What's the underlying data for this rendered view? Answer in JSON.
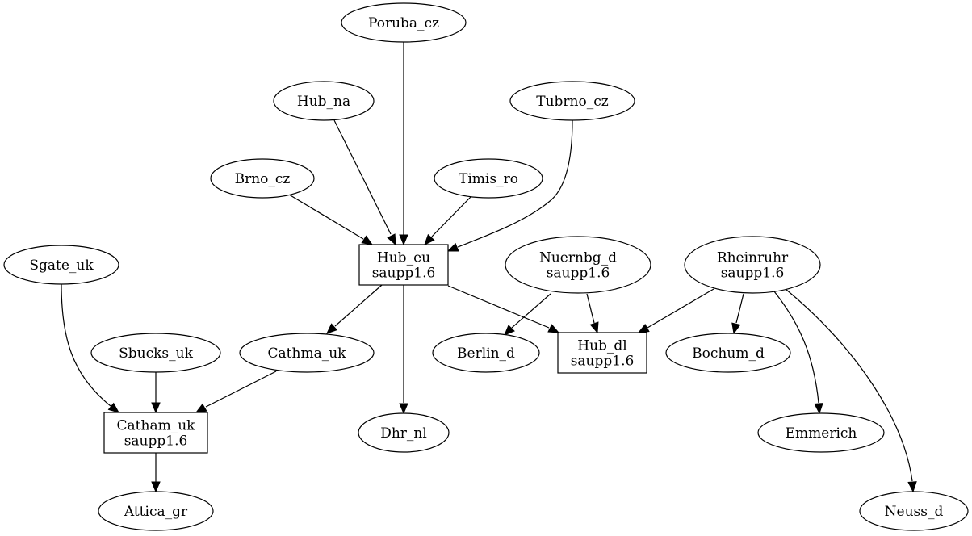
{
  "diagram": {
    "type": "directed-graph",
    "nodes": [
      {
        "id": "poruba_cz",
        "lines": [
          "Poruba_cz"
        ],
        "shape": "ellipse"
      },
      {
        "id": "hub_na",
        "lines": [
          "Hub_na"
        ],
        "shape": "ellipse"
      },
      {
        "id": "tubrno_cz",
        "lines": [
          "Tubrno_cz"
        ],
        "shape": "ellipse"
      },
      {
        "id": "brno_cz",
        "lines": [
          "Brno_cz"
        ],
        "shape": "ellipse"
      },
      {
        "id": "timis_ro",
        "lines": [
          "Timis_ro"
        ],
        "shape": "ellipse"
      },
      {
        "id": "sgate_uk",
        "lines": [
          "Sgate_uk"
        ],
        "shape": "ellipse"
      },
      {
        "id": "hub_eu",
        "lines": [
          "Hub_eu",
          "saupp1.6"
        ],
        "shape": "box"
      },
      {
        "id": "nuernbg_d",
        "lines": [
          "Nuernbg_d",
          "saupp1.6"
        ],
        "shape": "ellipse"
      },
      {
        "id": "rheinruhr",
        "lines": [
          "Rheinruhr",
          "saupp1.6"
        ],
        "shape": "ellipse"
      },
      {
        "id": "sbucks_uk",
        "lines": [
          "Sbucks_uk"
        ],
        "shape": "ellipse"
      },
      {
        "id": "cathma_uk",
        "lines": [
          "Cathma_uk"
        ],
        "shape": "ellipse"
      },
      {
        "id": "berlin_d",
        "lines": [
          "Berlin_d"
        ],
        "shape": "ellipse"
      },
      {
        "id": "hub_dl",
        "lines": [
          "Hub_dl",
          "saupp1.6"
        ],
        "shape": "box"
      },
      {
        "id": "bochum_d",
        "lines": [
          "Bochum_d"
        ],
        "shape": "ellipse"
      },
      {
        "id": "catham_uk",
        "lines": [
          "Catham_uk",
          "saupp1.6"
        ],
        "shape": "box"
      },
      {
        "id": "dhr_nl",
        "lines": [
          "Dhr_nl"
        ],
        "shape": "ellipse"
      },
      {
        "id": "emmerich",
        "lines": [
          "Emmerich"
        ],
        "shape": "ellipse"
      },
      {
        "id": "attica_gr",
        "lines": [
          "Attica_gr"
        ],
        "shape": "ellipse"
      },
      {
        "id": "neuss_d",
        "lines": [
          "Neuss_d"
        ],
        "shape": "ellipse"
      }
    ],
    "edges": [
      {
        "from": "poruba_cz",
        "to": "hub_eu"
      },
      {
        "from": "hub_na",
        "to": "hub_eu"
      },
      {
        "from": "brno_cz",
        "to": "hub_eu"
      },
      {
        "from": "timis_ro",
        "to": "hub_eu"
      },
      {
        "from": "tubrno_cz",
        "to": "hub_eu"
      },
      {
        "from": "hub_eu",
        "to": "cathma_uk"
      },
      {
        "from": "hub_eu",
        "to": "dhr_nl"
      },
      {
        "from": "hub_eu",
        "to": "hub_dl"
      },
      {
        "from": "nuernbg_d",
        "to": "berlin_d"
      },
      {
        "from": "nuernbg_d",
        "to": "hub_dl"
      },
      {
        "from": "rheinruhr",
        "to": "hub_dl"
      },
      {
        "from": "rheinruhr",
        "to": "bochum_d"
      },
      {
        "from": "rheinruhr",
        "to": "emmerich"
      },
      {
        "from": "rheinruhr",
        "to": "neuss_d"
      },
      {
        "from": "sgate_uk",
        "to": "catham_uk"
      },
      {
        "from": "sbucks_uk",
        "to": "catham_uk"
      },
      {
        "from": "cathma_uk",
        "to": "catham_uk"
      },
      {
        "from": "catham_uk",
        "to": "attica_gr"
      }
    ]
  }
}
